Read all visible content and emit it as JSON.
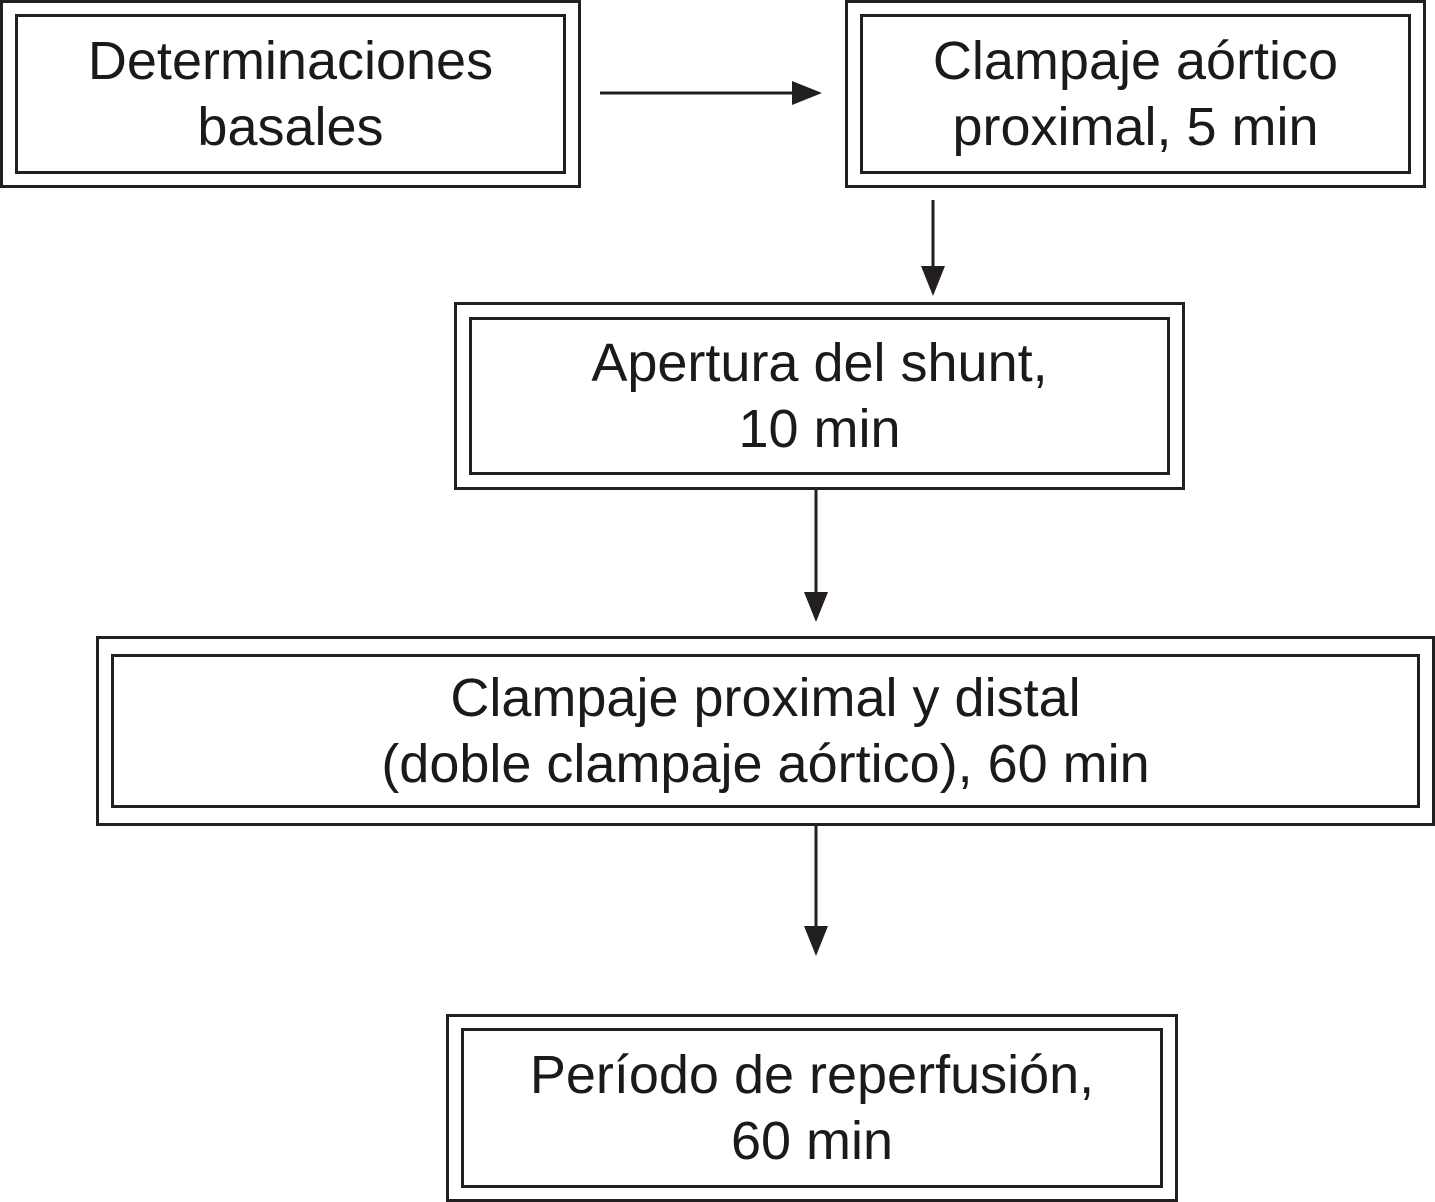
{
  "nodes": [
    {
      "id": "determinaciones-basales",
      "lines": [
        "Determinaciones",
        "basales"
      ]
    },
    {
      "id": "clampaje-aortico-proximal",
      "lines": [
        "Clampaje aórtico",
        "proximal, 5 min"
      ]
    },
    {
      "id": "apertura-del-shunt",
      "lines": [
        "Apertura del shunt,",
        "10 min"
      ]
    },
    {
      "id": "clampaje-proximal-distal",
      "lines": [
        "Clampaje proximal y distal",
        "(doble clampaje aórtico), 60 min"
      ]
    },
    {
      "id": "periodo-reperfusion",
      "lines": [
        "Período de reperfusión,",
        "60 min"
      ]
    }
  ],
  "edges": [
    {
      "from": "determinaciones-basales",
      "to": "clampaje-aortico-proximal"
    },
    {
      "from": "clampaje-aortico-proximal",
      "to": "apertura-del-shunt"
    },
    {
      "from": "apertura-del-shunt",
      "to": "clampaje-proximal-distal"
    },
    {
      "from": "clampaje-proximal-distal",
      "to": "periodo-reperfusion"
    }
  ],
  "colors": {
    "stroke": "#231f20",
    "text": "#1a1a1a",
    "background": "#ffffff"
  }
}
